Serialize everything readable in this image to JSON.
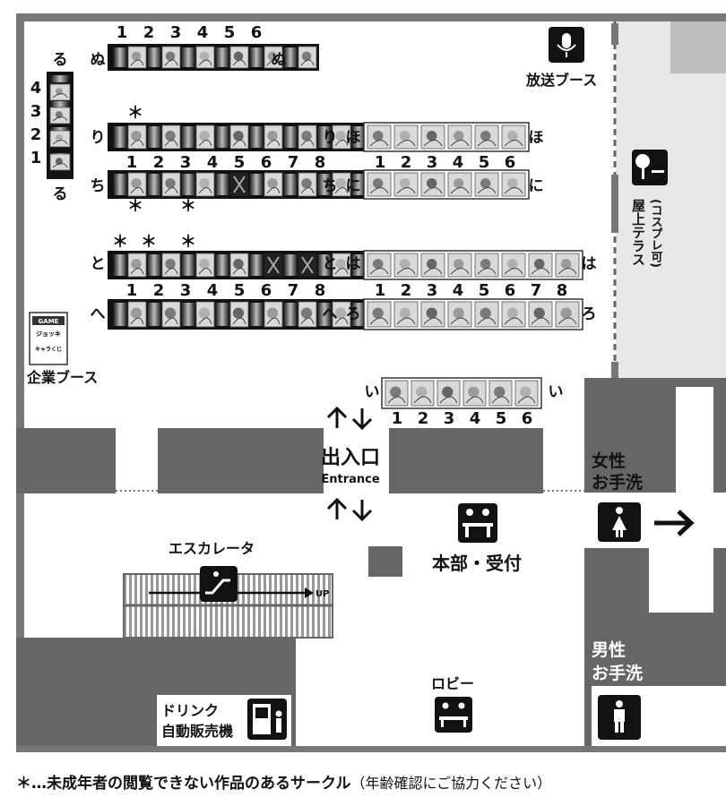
{
  "rows": {
    "ru": {
      "label": "る",
      "numbers": [
        "1",
        "2",
        "3",
        "4"
      ]
    },
    "nu": {
      "label": "ぬ",
      "numbers": [
        "1",
        "2",
        "3",
        "4",
        "5",
        "6"
      ]
    },
    "ri": {
      "label": "り"
    },
    "chi": {
      "label": "ち",
      "numbers": [
        "1",
        "2",
        "3",
        "4",
        "5",
        "6",
        "7",
        "8"
      ]
    },
    "to": {
      "label": "と",
      "numbers": [
        "1",
        "2",
        "3",
        "4",
        "5",
        "6",
        "7",
        "8"
      ]
    },
    "he": {
      "label": "へ"
    },
    "ho": {
      "label": "ほ"
    },
    "ni": {
      "label": "に",
      "numbers": [
        "1",
        "2",
        "3",
        "4",
        "5",
        "6"
      ]
    },
    "ha": {
      "label": "は"
    },
    "ro": {
      "label": "ろ",
      "numbers": [
        "1",
        "2",
        "3",
        "4",
        "5",
        "6",
        "7",
        "8"
      ]
    },
    "i": {
      "label": "い",
      "numbers": [
        "1",
        "2",
        "3",
        "4",
        "5",
        "6"
      ]
    }
  },
  "asterisk": "＊",
  "labels": {
    "broadcast_booth": "放送ブース",
    "rooftop_terrace": "屋上テラス",
    "cosplay_ok": "(コスプレ可)",
    "corporate_booth": "企業ブース",
    "entrance_jp": "出入口",
    "entrance_en": "Entrance",
    "womens_restroom_1": "女性",
    "womens_restroom_2": "お手洗",
    "mens_restroom_1": "男性",
    "mens_restroom_2": "お手洗",
    "escalator": "エスカレータ",
    "up": "UP",
    "hq_reception": "本部・受付",
    "lobby": "ロビー",
    "vending_1": "ドリンク",
    "vending_2": "自動販売機"
  },
  "corporate_booth_sign": {
    "line1": "GAME",
    "line2": "ジョッキ",
    "line3": "キャラくじ"
  },
  "footnote": {
    "main": "＊…未成年者の閲覧できない作品のあるサークル",
    "sub": "（年齢確認にご協力ください）"
  },
  "icons": [
    "microphone-icon",
    "tree-bench-icon",
    "escalator-icon",
    "reception-icon",
    "lobby-bench-icon",
    "vending-machine-icon",
    "female-icon",
    "male-icon",
    "arrow-right-icon",
    "arrow-up-icon",
    "arrow-down-icon"
  ]
}
